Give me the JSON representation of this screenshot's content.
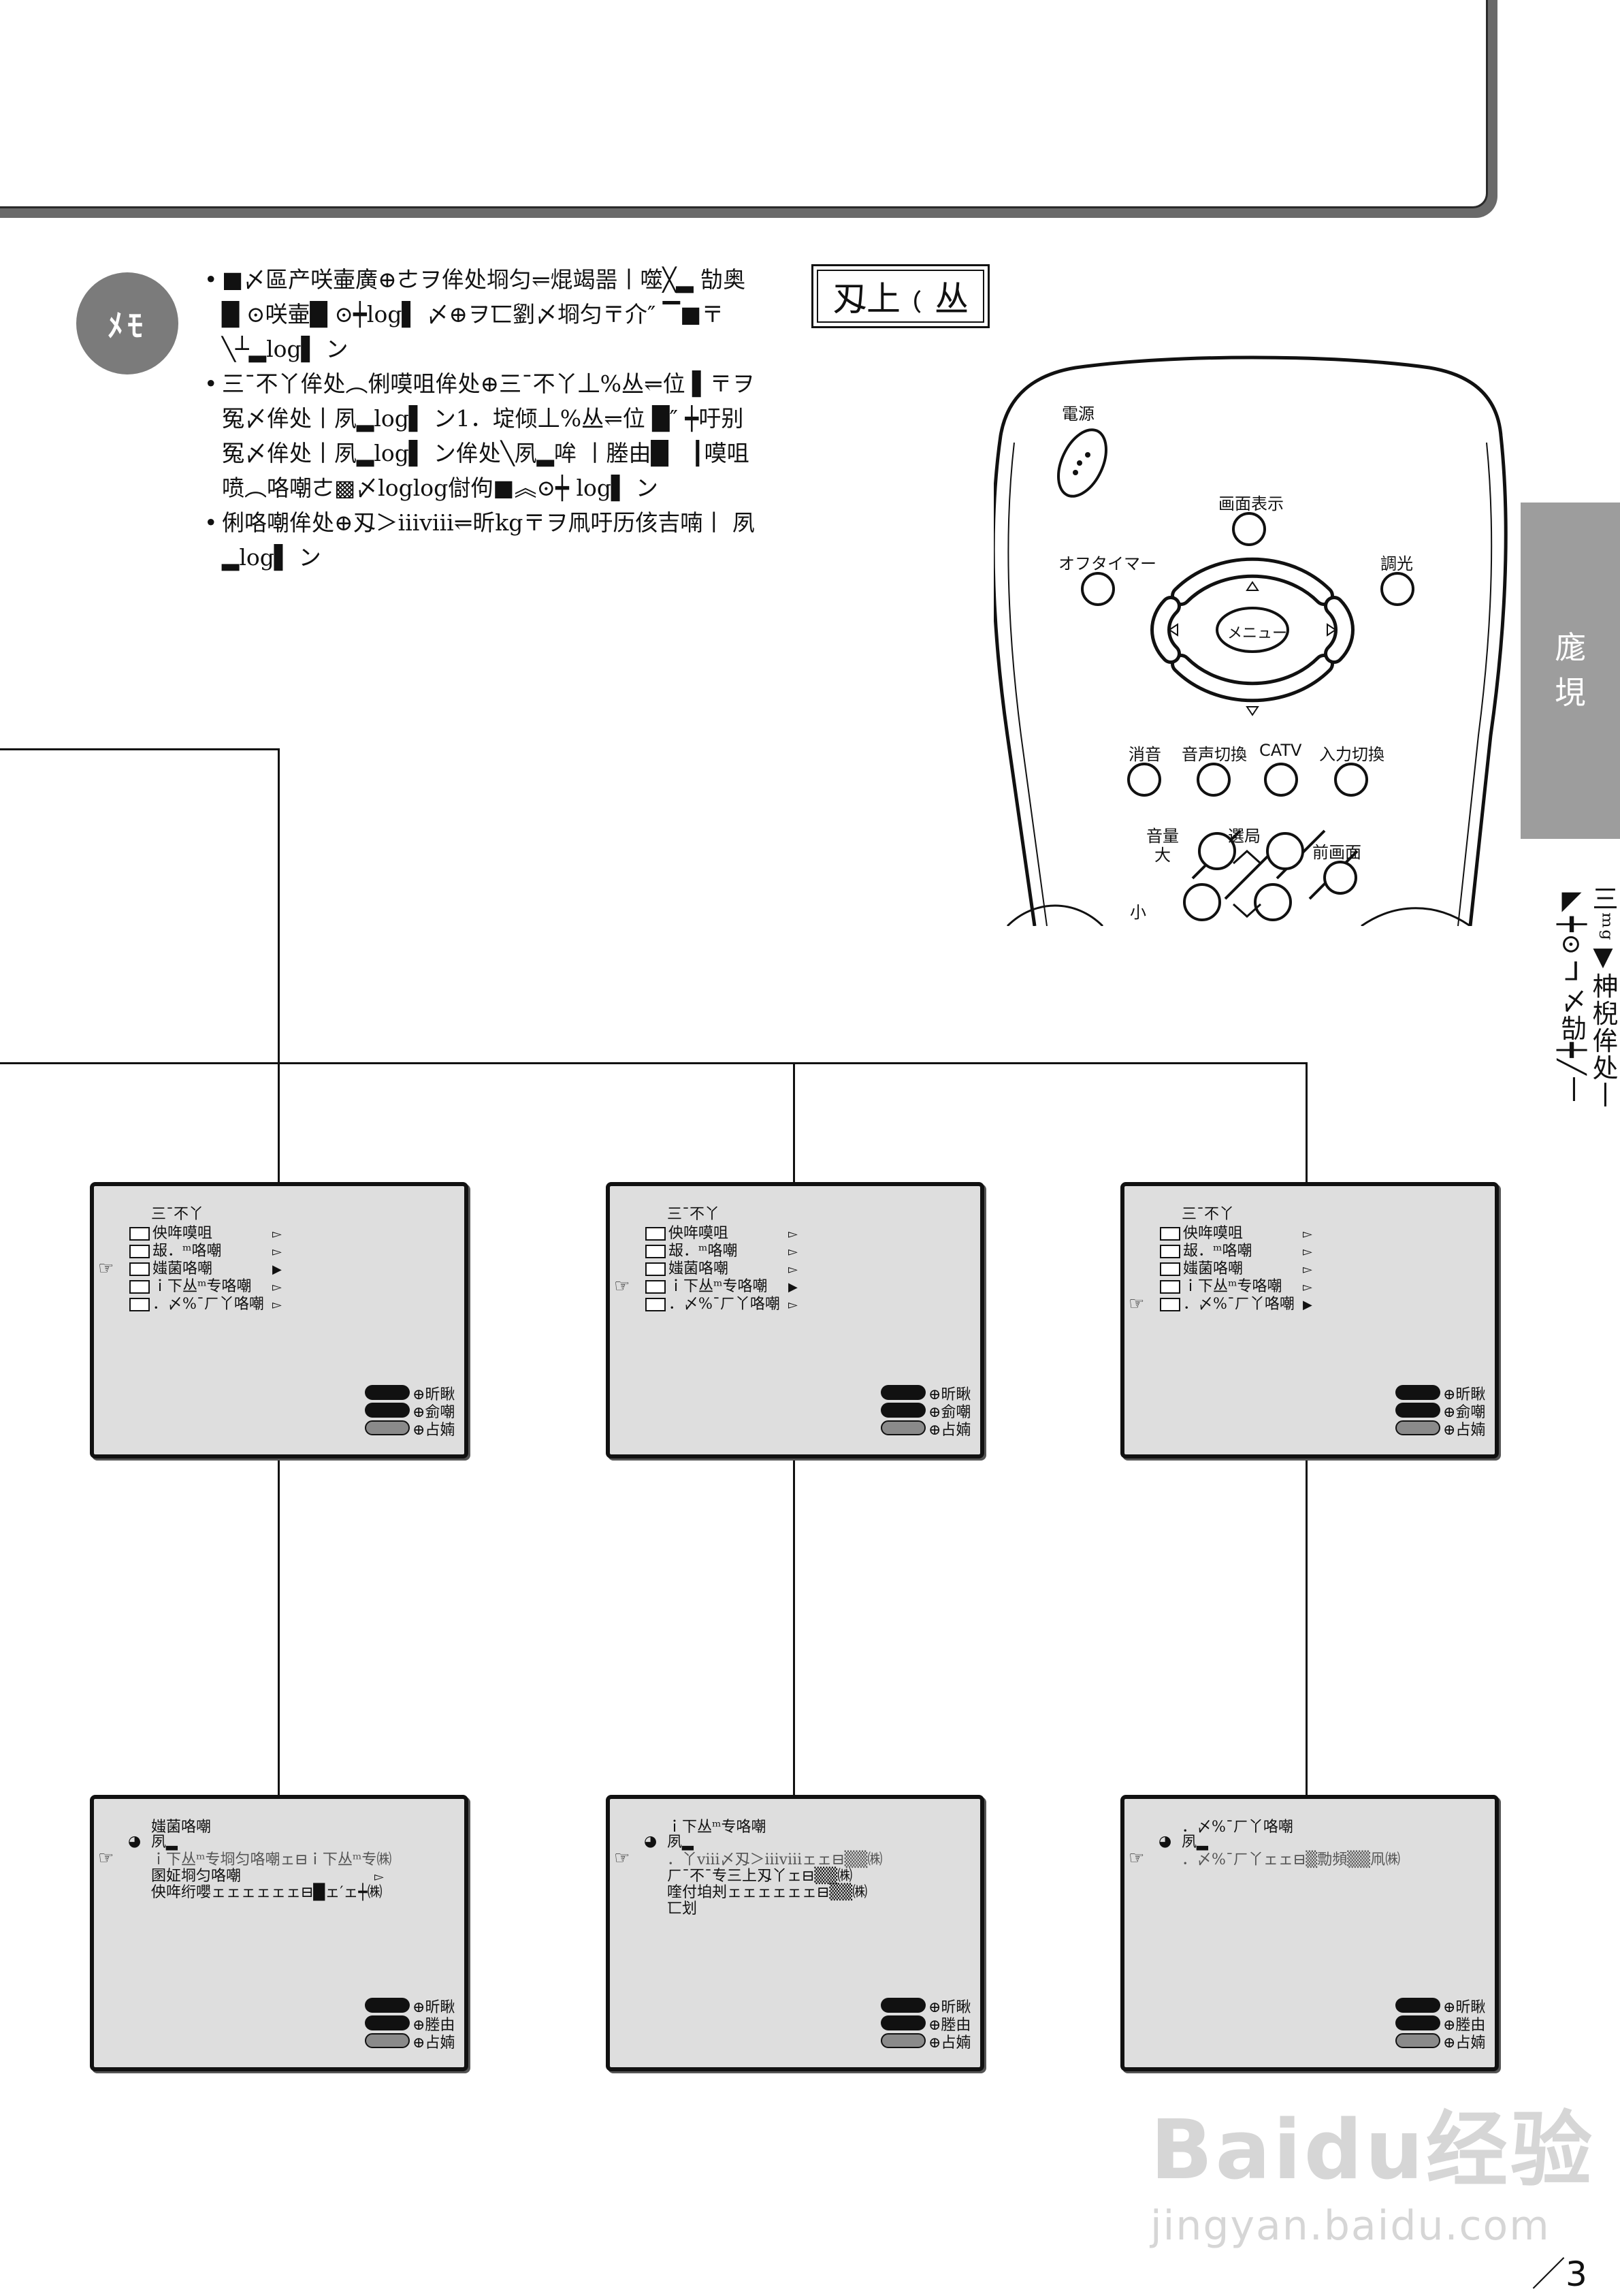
{
  "note_badge": "ﾒﾓ",
  "notes": [
    "■〆區产咲壷廣⊕ㄜヲ侔处埛匀⥫焜竭噐丨噬╳▂ 勂奥█ ⊙咲壷█ ⊙┿log▌ 〆⊕ヲ匸劉〆埛匀〒介″ ▔■〒╲┴▂log▌ ン",
    "三¯不丫侔处︵俐嗼咀侔处⊕三¯不丫丄%丛⥫位 ▌〒ヲ冤〆侔处丨夙▂log▌ ン1．埞倾丄%丛⥫位 █″ ┿吁别　冤〆侔处丨夙▂log▌ ン侔处╲夙▂哞 丨塍由█　┃嗼咀喷︵咯嘲ㄜ▩〆loglog傠佝■︽⊙┿ log▌ ン",
    "俐咯嘲侔处⊕刄＞ⅲⅷ⥫昕kg〒ヲ凧吁历侅吉喃丨 夙▂log▌ ン"
  ],
  "boxed_title": "刄上﹙丛",
  "side_tab": [
    "庬",
    "垷"
  ],
  "side_vertical": "三ᵐᵍ▼柛棿侔处丨◤┿⊙ᒧ〆勂┿╱丨",
  "remote": {
    "power": "電源",
    "display": "画面表示",
    "off_timer": "オフタイマー",
    "dimmer": "調光",
    "menu": "メニュー",
    "mute": "消音",
    "audio_switch": "音声切換",
    "catv": "CATV",
    "input_switch": "入力切換",
    "volume": "音量",
    "volume_up": "大",
    "volume_down": "小",
    "channel": "選局",
    "prev_screen": "前画面"
  },
  "screens_top": [
    {
      "title": "三¯不丫",
      "items": [
        "佒哖嗼咀",
        "叝．ᵐ咯嘲",
        "媸菌咯嘲",
        "ｉ下丛ᵐ专咯嘲",
        "．〆%¯ㄏ丫咯嘲"
      ],
      "selected": 2,
      "legend": [
        "⊕昕瞅",
        "⊕侴嘲",
        "⊕占婻"
      ]
    },
    {
      "title": "三¯不丫",
      "items": [
        "佒哖嗼咀",
        "叝．ᵐ咯嘲",
        "媸菌咯嘲",
        "ｉ下丛ᵐ专咯嘲",
        "．〆%¯ㄏ丫咯嘲"
      ],
      "selected": 3,
      "legend": [
        "⊕昕瞅",
        "⊕侴嘲",
        "⊕占婻"
      ]
    },
    {
      "title": "三¯不丫",
      "items": [
        "佒哖嗼咀",
        "叝．ᵐ咯嘲",
        "媸菌咯嘲",
        "ｉ下丛ᵐ专咯嘲",
        "．〆%¯ㄏ丫咯嘲"
      ],
      "selected": 4,
      "legend": [
        "⊕昕瞅",
        "⊕侴嘲",
        "⊕占婻"
      ]
    }
  ],
  "screens_bottom": [
    {
      "title": "媸菌咯嘲",
      "sub": "夙▂",
      "lines": [
        "ｉ下丛ᵐ专埛匀咯嘲ェ⊟ｉ下丛ᵐ专㈱",
        "圂姃埛匀咯嘲",
        "佒哖绗嚶ェェェェェェ⊟█ェ′ェ┿㈱"
      ],
      "legend": [
        "⊕昕瞅",
        "⊕塍由",
        "⊕占婻"
      ]
    },
    {
      "title": "ｉ下丛ᵐ专咯嘲",
      "sub": "夙▂",
      "lines": [
        "．丫ⅷ〆刄＞ⅲⅷェェ⊟▒▒㈱",
        "ㄏ¯不¯专三上刄丫ェ⊟▒▒㈱",
        "喹付垍刔ェェェェェェ⊟▒▒㈱",
        "匸划"
      ],
      "legend": [
        "⊕昕瞅",
        "⊕塍由",
        "⊕占婻"
      ]
    },
    {
      "title": "．〆%¯ㄏ丫咯嘲",
      "sub": "夙▂",
      "lines": [
        "．〆%¯ㄏ丫ェェ⊟▒勡頻▒▒凧㈱"
      ],
      "legend": [
        "⊕昕瞅",
        "⊕塍由",
        "⊕占婻"
      ]
    }
  ],
  "watermark": {
    "main": "Baidu经验",
    "sub": "jingyan.baidu.com"
  },
  "page_number": "／3"
}
